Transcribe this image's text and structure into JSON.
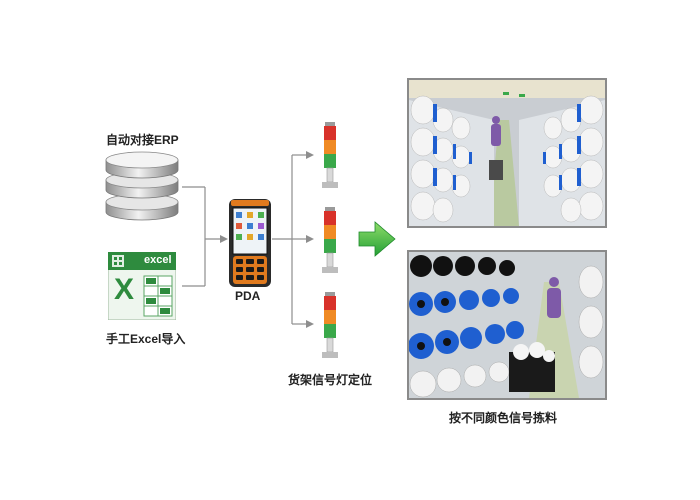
{
  "sources": {
    "erp_label": "自动对接ERP",
    "excel_label": "手工Excel导入",
    "excel_icon_text": "excel",
    "excel_icon_letter": "X"
  },
  "device": {
    "label": "PDA"
  },
  "signal": {
    "label": "货架信号灯定位"
  },
  "result": {
    "label": "按不同颜色信号拣料"
  },
  "colors": {
    "connector": "#8e8e8e",
    "arrow_green": "#3fb34a",
    "excel_green": "#2e8b3e",
    "light_red": "#d8322a",
    "light_orange": "#f08a24",
    "light_green": "#3aa84a",
    "reel_blue": "#1f5fd0"
  }
}
